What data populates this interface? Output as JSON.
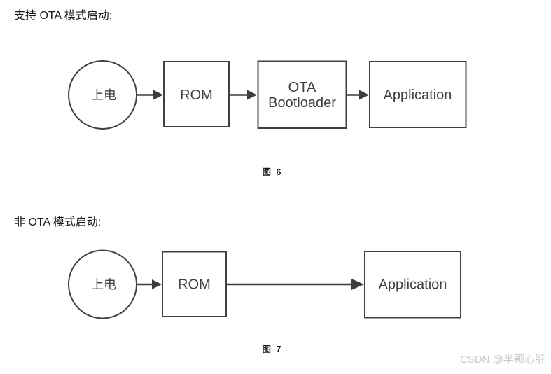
{
  "page": {
    "background_color": "#ffffff",
    "line_color": "#404040",
    "node_text_color": "#404040",
    "heading_text_color": "#1a1a1a",
    "watermark_color": "#c8c8c8"
  },
  "section_ota": {
    "heading": "支持 OTA 模式启动:",
    "caption": "图 6",
    "nodes": {
      "power": "上电",
      "rom": "ROM",
      "bootloader_line1": "OTA",
      "bootloader_line2": "Bootloader",
      "application": "Application"
    }
  },
  "section_non_ota": {
    "heading": "非 OTA 模式启动:",
    "caption": "图 7",
    "nodes": {
      "power": "上电",
      "rom": "ROM",
      "application": "Application"
    }
  },
  "watermark": "CSDN @半颗心脏"
}
